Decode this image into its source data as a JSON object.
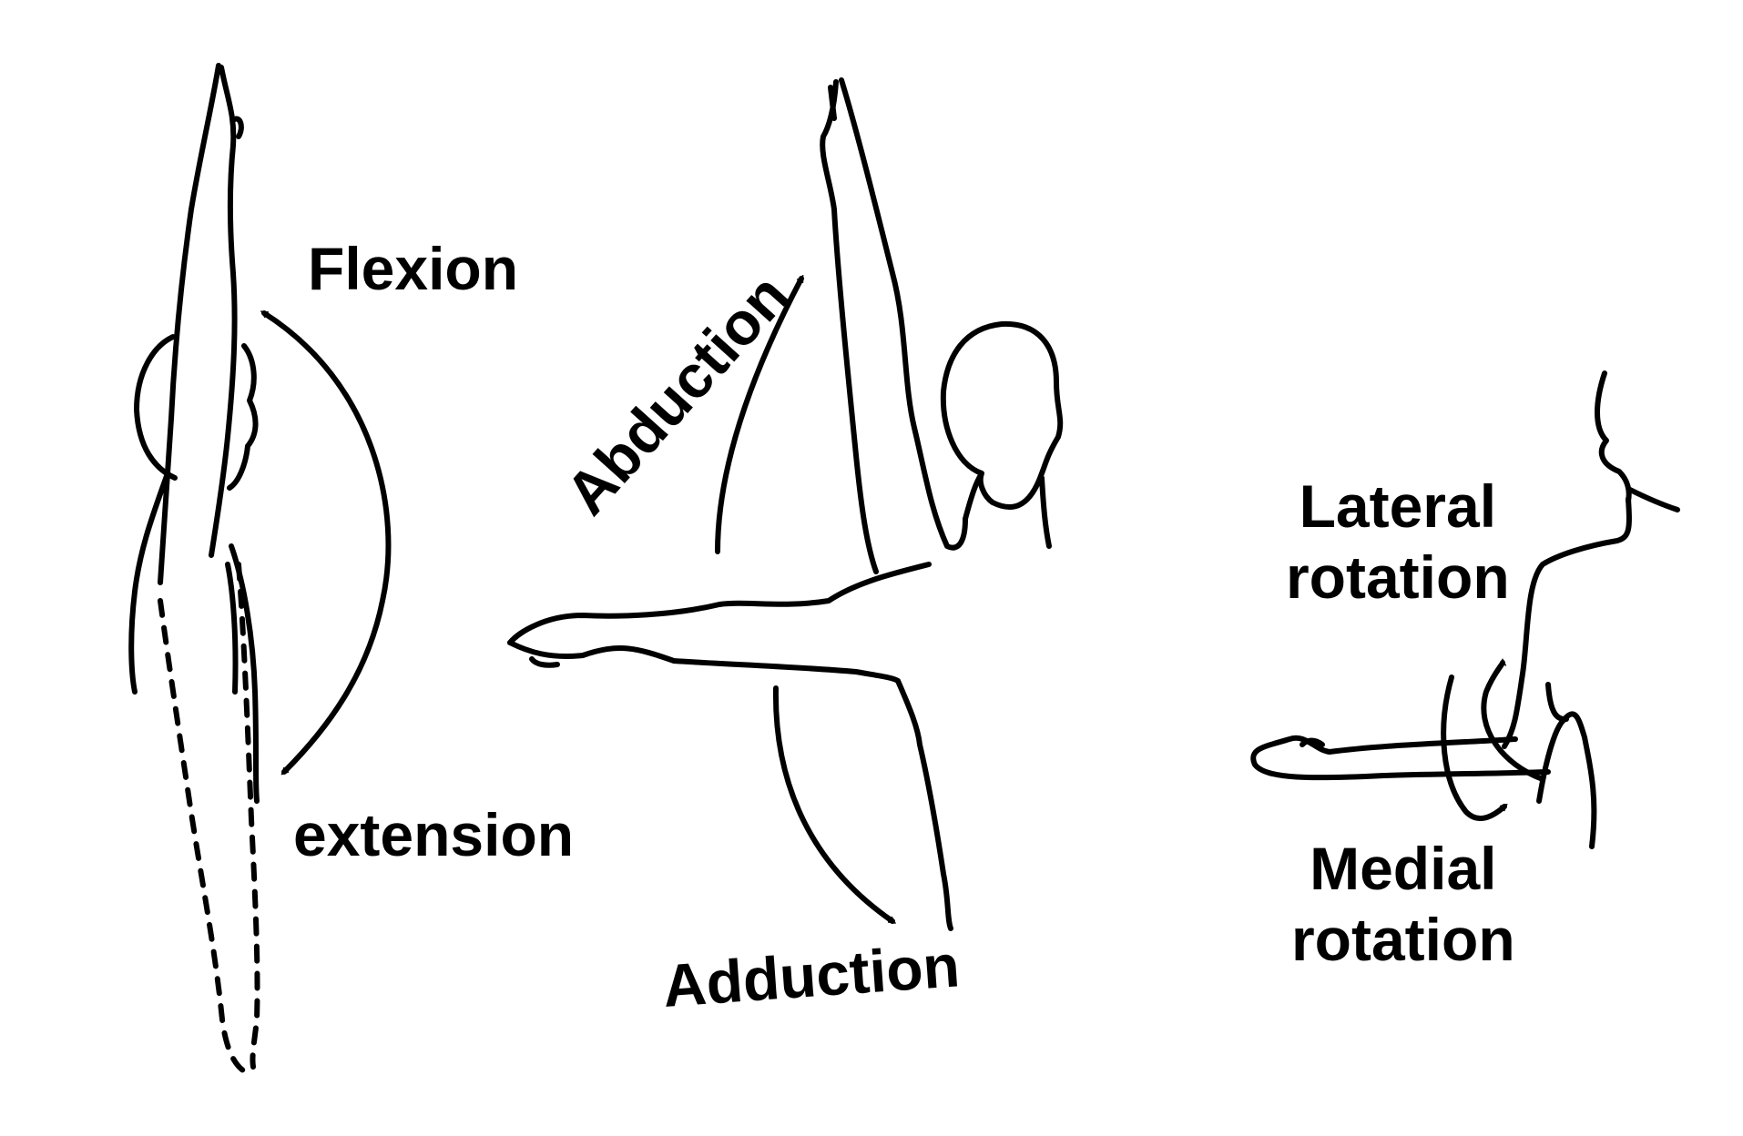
{
  "labels": {
    "flexion": "Flexion",
    "extension": "extension",
    "abduction": "Abduction",
    "adduction": "Adduction",
    "lateral_rotation": {
      "line1": "Lateral",
      "line2": "rotation"
    },
    "medial_rotation": {
      "line1": "Medial",
      "line2": "rotation"
    }
  },
  "colors": {
    "ink": "#000000",
    "background": "#ffffff"
  }
}
